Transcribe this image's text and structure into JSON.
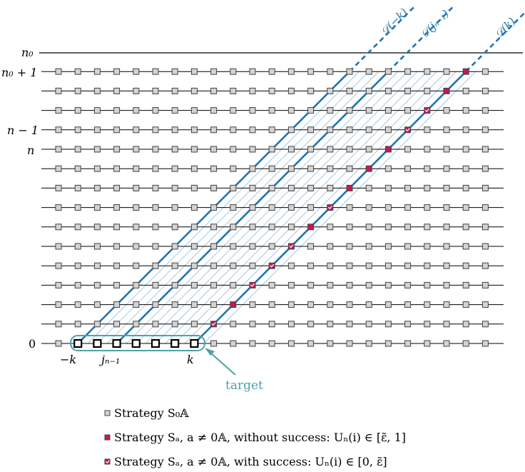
{
  "row_labels": {
    "n0": "n₀",
    "n0_plus_1": "n₀ + 1",
    "n_minus_1": "n − 1",
    "n": "n",
    "zero": "0"
  },
  "column_labels": {
    "minus_k": "−k",
    "j_n_minus_1": "jₙ₋₁",
    "k": "k"
  },
  "diagonal_labels": {
    "d_minus_k": "𝒟(−k)",
    "d_j": "𝒟(jₙ₋₁)",
    "d_k": "𝒟(k)"
  },
  "target_label": "target",
  "legend": [
    {
      "marker": "gray",
      "text": "Strategy S₀𝔸"
    },
    {
      "marker": "filled",
      "text": "Strategy Sₐ, a ≠ 0𝔸, without success: Uₙ(i) ∈ [ε̃, 1]"
    },
    {
      "marker": "check",
      "text": "Strategy Sₐ, a ≠ 0𝔸, with success: Uₙ(i) ∈ [0, ε̃]"
    }
  ],
  "colors": {
    "gray_square": "#d3d3d3",
    "magenta": "#c2185b",
    "diagonal_blue": "#1f74b0",
    "thin_blue": "#8fbbe0",
    "target_teal": "#4ea2a6"
  },
  "grid": {
    "rows_above_zero": 14,
    "columns": 23,
    "highlighted_rows_from_zero": [
      1,
      2,
      3,
      4,
      5,
      6,
      7,
      8,
      9,
      10,
      11,
      12,
      13,
      14
    ],
    "success_rows_from_zero": [
      1,
      3,
      4,
      5,
      7,
      11,
      12
    ]
  }
}
